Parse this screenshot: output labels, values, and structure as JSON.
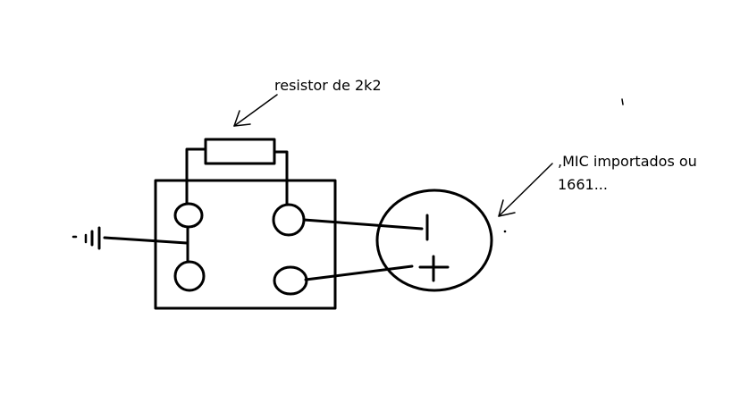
{
  "labels": {
    "resistor": "resistor de 2k2",
    "mic_line1": ",MIC importados ou",
    "mic_line2": "1661..."
  },
  "colors": {
    "ink": "#000000",
    "background": "#ffffff"
  },
  "symbols": {
    "ground": "ground-symbol",
    "mic_negative": "|",
    "mic_positive": "+"
  }
}
